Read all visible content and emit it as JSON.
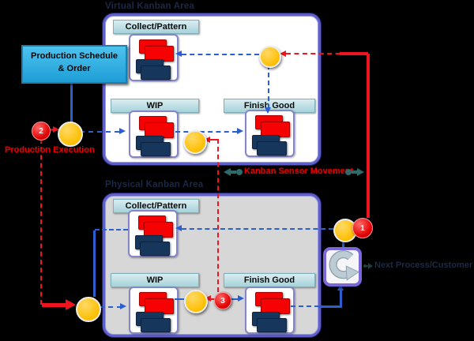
{
  "diagram": {
    "titles": {
      "virtual": "Virtual Kanban Area",
      "physical": "Physical Kanban Area"
    },
    "stations": {
      "collect": "Collect/Pattern",
      "wip": "WIP",
      "finish": "Finish Good"
    },
    "schedule_box": {
      "line1": "Production Schedule",
      "line2": "& Order"
    },
    "labels": {
      "production_execution": "Production Execution",
      "kanban_sensor_movement": "Kanban Sensor Movement",
      "next_process": "Next Process/Customer"
    },
    "markers": {
      "one": "1",
      "two": "2",
      "three": "3"
    },
    "icons": {
      "cycle_arrow": "circular-arrow",
      "legend_left": "arrow-left-with-dot",
      "legend_right": "dot-with-arrow-right"
    },
    "colors": {
      "panel_border": "#5f5fc9",
      "virtual_fill": "#ffffff",
      "physical_fill": "#d7d7d7",
      "header_fill": "#b9dde4",
      "schedule_fill": "#2aa9dd",
      "card_red": "#f60202",
      "card_navy": "#16365c",
      "node_yellow": "#fdbf00",
      "marker_red": "#e00000",
      "flow_blue": "#2a5fd0",
      "flow_red": "#ee1520",
      "legend_teal": "#2d6a6a"
    }
  }
}
